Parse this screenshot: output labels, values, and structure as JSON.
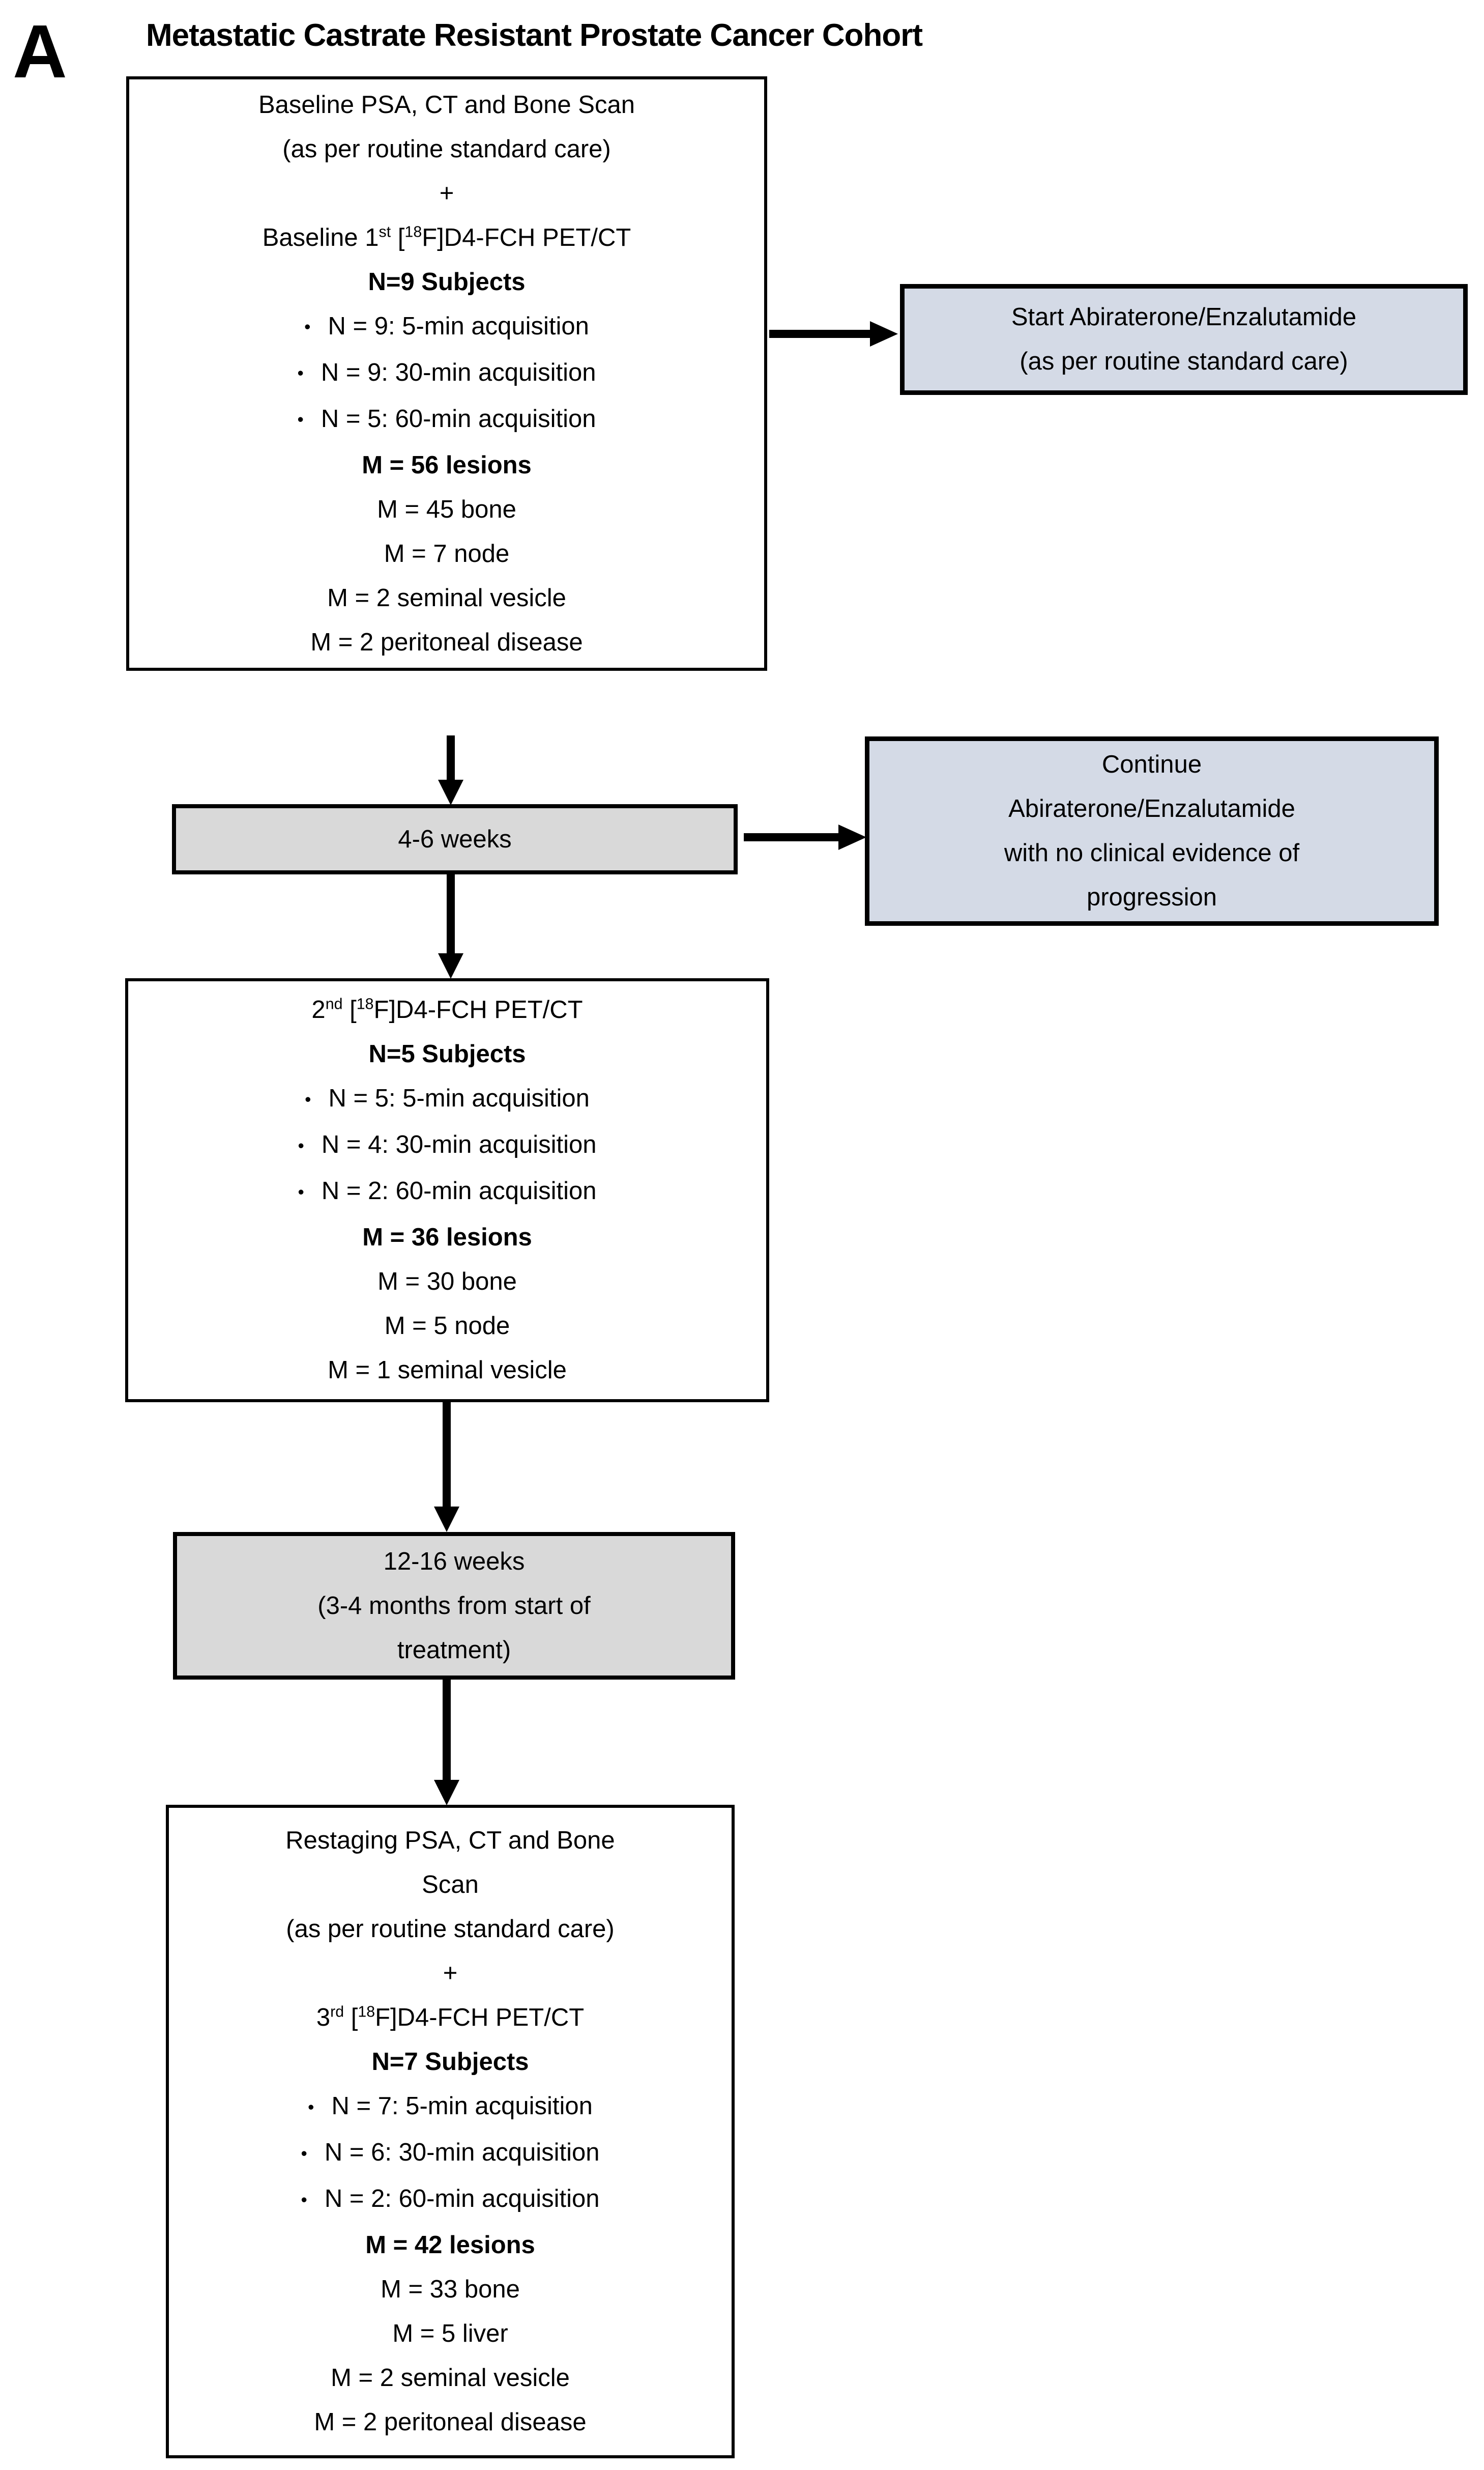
{
  "panel_label": "A",
  "title": "Metastatic Castrate Resistant Prostate Cancer Cohort",
  "glyphs": {
    "bullet": "•"
  },
  "colors": {
    "box_white": "#ffffff",
    "box_blue": "#d4dae6",
    "box_gray": "#d9d9d9",
    "line": "#000000"
  },
  "boxes": {
    "baseline": {
      "lines": [
        {
          "text": "Baseline PSA, CT and Bone Scan"
        },
        {
          "text": "(as per routine standard care)"
        },
        {
          "text": "+"
        },
        {
          "text": "Baseline 1^{st} [^{18}F]D4-FCH PET/CT"
        },
        {
          "text": "N=9 Subjects",
          "bold": true
        },
        {
          "text": "N = 9: 5-min acquisition",
          "bullet": true
        },
        {
          "text": "N = 9: 30-min acquisition",
          "bullet": true
        },
        {
          "text": "N = 5: 60-min acquisition",
          "bullet": true
        },
        {
          "text": "M = 56 lesions",
          "bold": true
        },
        {
          "text": "M = 45 bone"
        },
        {
          "text": "M = 7 node"
        },
        {
          "text": "M = 2 seminal vesicle"
        },
        {
          "text": "M = 2 peritoneal disease"
        }
      ]
    },
    "start_treatment": {
      "lines": [
        {
          "text": "Start Abiraterone/Enzalutamide"
        },
        {
          "text": "(as per routine standard care)"
        }
      ]
    },
    "interval_1": {
      "lines": [
        {
          "text": "4-6 weeks"
        }
      ]
    },
    "continue_treatment": {
      "lines": [
        {
          "text": "Continue"
        },
        {
          "text": "Abiraterone/Enzalutamide"
        },
        {
          "text": "with no clinical evidence of"
        },
        {
          "text": "progression"
        }
      ]
    },
    "second_scan": {
      "lines": [
        {
          "text": "2^{nd} [^{18}F]D4-FCH PET/CT"
        },
        {
          "text": "N=5 Subjects",
          "bold": true
        },
        {
          "text": "N = 5: 5-min acquisition",
          "bullet": true
        },
        {
          "text": "N = 4: 30-min acquisition",
          "bullet": true
        },
        {
          "text": "N = 2: 60-min acquisition",
          "bullet": true
        },
        {
          "text": "M = 36 lesions",
          "bold": true
        },
        {
          "text": "M = 30 bone"
        },
        {
          "text": "M = 5 node"
        },
        {
          "text": "M = 1 seminal vesicle"
        }
      ]
    },
    "interval_2": {
      "lines": [
        {
          "text": "12-16 weeks"
        },
        {
          "text": "(3-4 months from start of"
        },
        {
          "text": "treatment)"
        }
      ]
    },
    "restaging": {
      "lines": [
        {
          "text": "Restaging PSA, CT and Bone"
        },
        {
          "text": "Scan"
        },
        {
          "text": "(as per routine standard care)"
        },
        {
          "text": "+"
        },
        {
          "text": "3^{rd} [^{18}F]D4-FCH PET/CT"
        },
        {
          "text": "N=7 Subjects",
          "bold": true
        },
        {
          "text": "N = 7: 5-min acquisition",
          "bullet": true
        },
        {
          "text": "N = 6: 30-min acquisition",
          "bullet": true
        },
        {
          "text": "N = 2: 60-min acquisition",
          "bullet": true
        },
        {
          "text": "M = 42 lesions",
          "bold": true
        },
        {
          "text": "M = 33 bone"
        },
        {
          "text": "M = 5 liver"
        },
        {
          "text": "M = 2 seminal vesicle"
        },
        {
          "text": "M = 2 peritoneal disease"
        }
      ]
    }
  }
}
